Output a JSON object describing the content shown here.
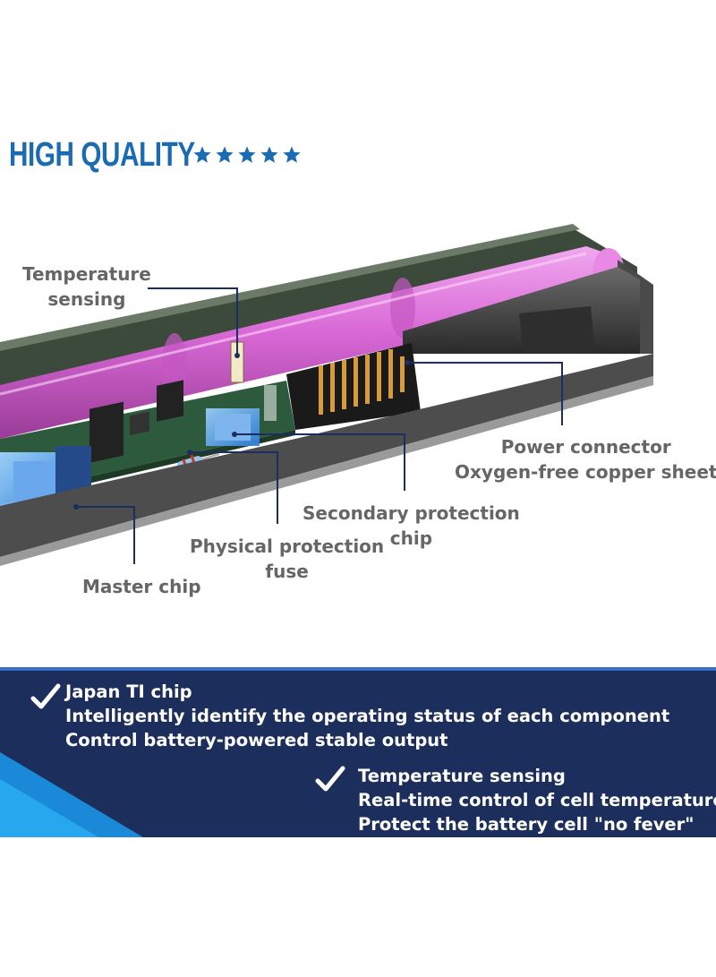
{
  "header": {
    "title": "HIGH QUALITY",
    "rating": 5,
    "star_icon": "star-icon",
    "accent_color": "#1b6bb3"
  },
  "callouts": {
    "temperature": [
      "Temperature",
      "sensing"
    ],
    "power_connector": [
      "Power connector",
      "Oxygen-free copper sheet"
    ],
    "secondary_protection": [
      "Secondary protection",
      "chip"
    ],
    "physical_protection": [
      "Physical protection",
      "fuse"
    ],
    "master_chip": [
      "Master chip"
    ]
  },
  "features": [
    {
      "icon": "checkmark-icon",
      "lines": [
        "Japan TI chip",
        "Intelligently identify the operating status of each component",
        "Control battery-powered stable output"
      ]
    },
    {
      "icon": "checkmark-icon",
      "lines": [
        "Temperature sensing",
        "Real-time control of cell temperature",
        "Protect the battery cell \"no fever\""
      ]
    }
  ],
  "colors": {
    "panel_bg": "#1c2f5c",
    "cell_color": "#d768d6",
    "board_color": "#2d5a3c"
  }
}
